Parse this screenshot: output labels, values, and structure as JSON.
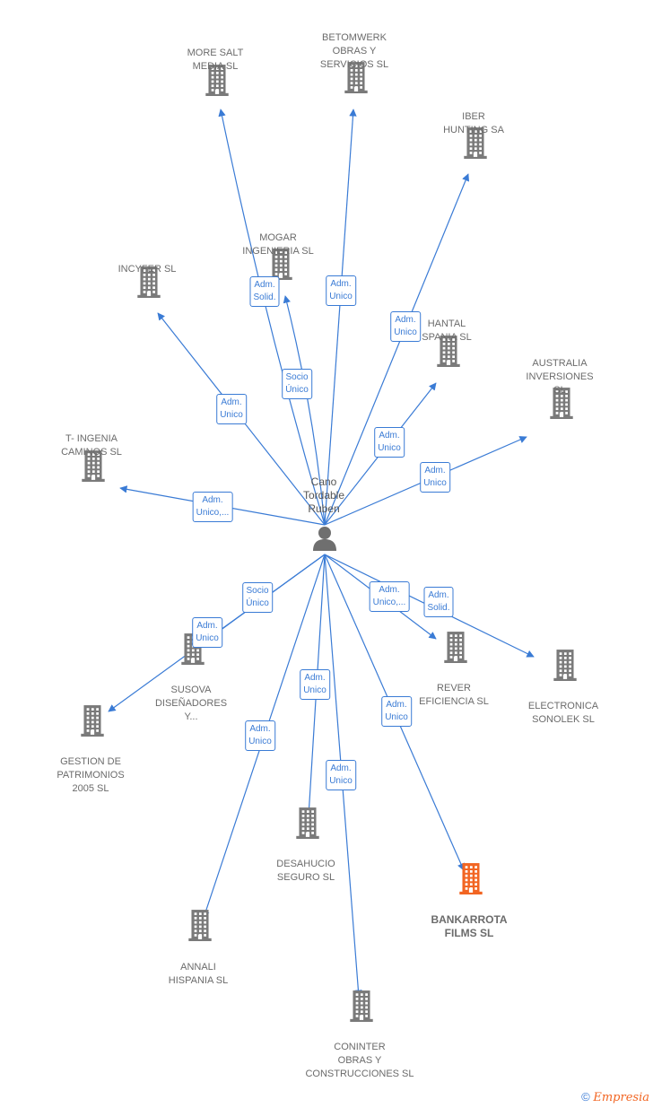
{
  "center": {
    "name": [
      "Cano",
      "Tordable",
      "Ruben"
    ]
  },
  "companies": [
    {
      "id": "more-salt",
      "lines": [
        "MORE SALT",
        "MEDIA  SL"
      ],
      "highlight": false
    },
    {
      "id": "betomwerk",
      "lines": [
        "BETOMWERK",
        "OBRAS Y",
        "SERVICIOS SL"
      ],
      "highlight": false
    },
    {
      "id": "iber-hunting",
      "lines": [
        "IBER",
        "HUNTING SA"
      ],
      "highlight": false
    },
    {
      "id": "mogar",
      "lines": [
        "MOGAR",
        "INGENIERIA SL"
      ],
      "highlight": false
    },
    {
      "id": "incyfer",
      "lines": [
        "INCYFER SL"
      ],
      "highlight": false
    },
    {
      "id": "hantal",
      "lines": [
        "HANTAL",
        "SPANIA  SL"
      ],
      "highlight": false
    },
    {
      "id": "australia",
      "lines": [
        "AUSTRALIA",
        "INVERSIONES",
        "SL"
      ],
      "highlight": false
    },
    {
      "id": "t-ingenia",
      "lines": [
        "T- INGENIA",
        "CAMINOS SL"
      ],
      "highlight": false
    },
    {
      "id": "susova",
      "lines": [
        "SUSOVA",
        "DISEÑADORES",
        "Y..."
      ],
      "highlight": false
    },
    {
      "id": "rever",
      "lines": [
        "REVER",
        "EFICIENCIA SL"
      ],
      "highlight": false
    },
    {
      "id": "electronica",
      "lines": [
        "ELECTRONICA",
        "SONOLEK SL"
      ],
      "highlight": false
    },
    {
      "id": "gestion",
      "lines": [
        "GESTION DE",
        "PATRIMONIOS",
        "2005 SL"
      ],
      "highlight": false
    },
    {
      "id": "desahucio",
      "lines": [
        "DESAHUCIO",
        "SEGURO  SL"
      ],
      "highlight": false
    },
    {
      "id": "bankarrota",
      "lines": [
        "BANKARROTA",
        "FILMS  SL"
      ],
      "highlight": true
    },
    {
      "id": "annali",
      "lines": [
        "ANNALI",
        "HISPANIA  SL"
      ],
      "highlight": false
    },
    {
      "id": "coninter",
      "lines": [
        "CONINTER",
        "OBRAS Y",
        "CONSTRUCCIONES SL"
      ],
      "highlight": false
    }
  ],
  "relations": [
    {
      "to": "more-salt",
      "lines": [
        "Adm.",
        "Solid."
      ]
    },
    {
      "to": "mogar",
      "lines": [
        "Socio",
        "Único"
      ]
    },
    {
      "to": "betomwerk",
      "lines": [
        "Adm.",
        "Unico"
      ]
    },
    {
      "to": "iber-hunting",
      "lines": [
        "Adm.",
        "Unico"
      ]
    },
    {
      "to": "incyfer",
      "lines": [
        "Adm.",
        "Unico"
      ]
    },
    {
      "to": "hantal",
      "lines": [
        "Adm.",
        "Unico"
      ]
    },
    {
      "to": "australia",
      "lines": [
        "Adm.",
        "Unico"
      ]
    },
    {
      "to": "t-ingenia",
      "lines": [
        "Adm.",
        "Unico,..."
      ]
    },
    {
      "to": "susova",
      "lines": [
        "Socio",
        "Único"
      ]
    },
    {
      "to": "gestion",
      "lines": [
        "Adm.",
        "Unico"
      ]
    },
    {
      "to": "rever",
      "lines": [
        "Adm.",
        "Unico,..."
      ]
    },
    {
      "to": "electronica",
      "lines": [
        "Adm.",
        "Solid."
      ]
    },
    {
      "to": "desahucio",
      "lines": [
        "Adm.",
        "Unico"
      ]
    },
    {
      "to": "bankarrota",
      "lines": [
        "Adm.",
        "Unico"
      ]
    },
    {
      "to": "annali",
      "lines": [
        "Adm.",
        "Unico"
      ]
    },
    {
      "to": "coninter",
      "lines": [
        "Adm.",
        "Unico"
      ]
    }
  ],
  "colors": {
    "edge": "#3a7bd5",
    "building": "#7a7a7a",
    "highlight_building": "#f26522"
  },
  "footer": {
    "copyright": "©",
    "brand": "Empresia"
  }
}
